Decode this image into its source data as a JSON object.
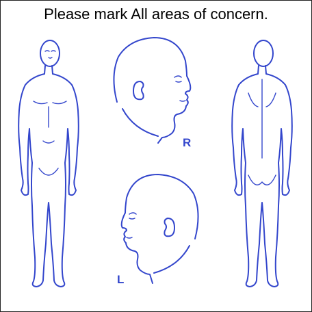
{
  "instruction": "Please mark All areas of concern.",
  "labels": {
    "right_profile": "R",
    "left_profile": "L"
  },
  "colors": {
    "outline": "#3346cc",
    "text": "#000000",
    "background": "#ffffff",
    "frame": "#222222"
  }
}
